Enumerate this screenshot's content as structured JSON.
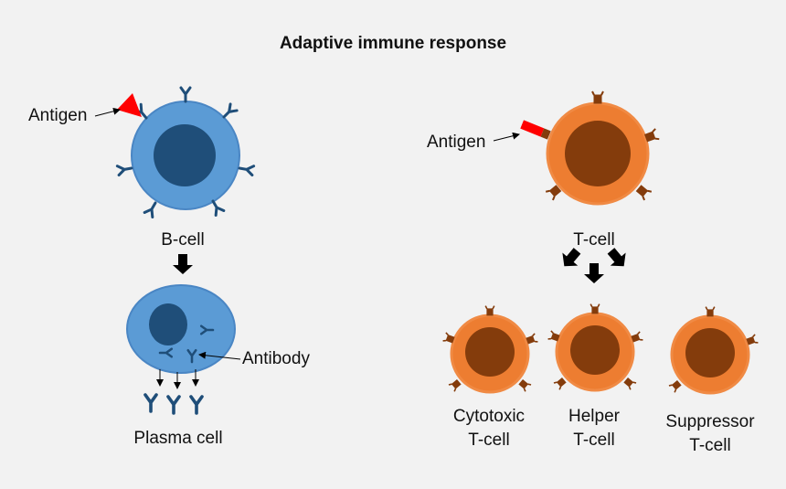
{
  "title": "Adaptive immune response",
  "labels": {
    "antigen_b": "Antigen",
    "antigen_t": "Antigen",
    "b_cell": "B-cell",
    "t_cell": "T-cell",
    "antibody": "Antibody",
    "plasma_cell": "Plasma cell",
    "cytotoxic_line1": "Cytotoxic",
    "cytotoxic_line2": "T-cell",
    "helper_line1": "Helper",
    "helper_line2": "T-cell",
    "suppressor_line1": "Suppressor",
    "suppressor_line2": "T-cell"
  },
  "colors": {
    "background": "#f2f2f2",
    "b_cell_fill": "#5b9bd5",
    "b_cell_stroke": "#4a86c4",
    "nucleus_blue": "#1f4e79",
    "receptor_blue": "#1f4e79",
    "t_cell_fill": "#ed7d31",
    "t_cell_stroke": "#f08a44",
    "nucleus_brown": "#843c0c",
    "receptor_brown": "#843c0c",
    "antigen_red": "#ff0000"
  }
}
